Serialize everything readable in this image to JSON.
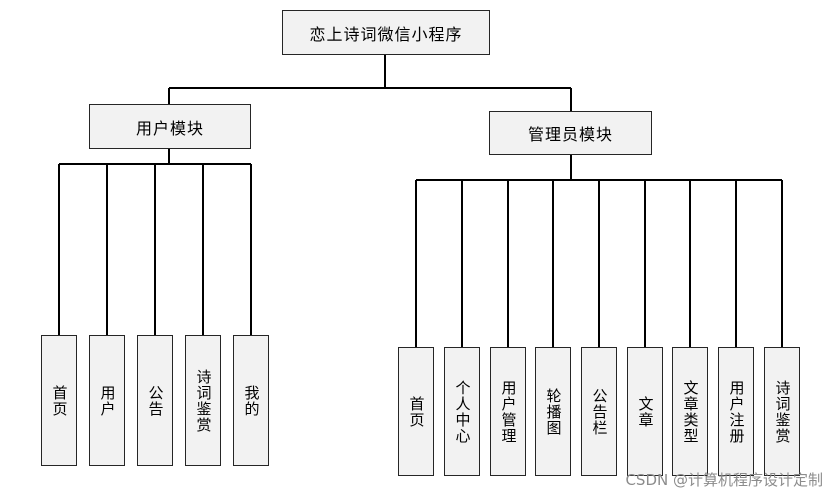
{
  "root": {
    "label": "恋上诗词微信小程序"
  },
  "user_module": {
    "label": "用户模块",
    "children": [
      "首页",
      "用户",
      "公告",
      "诗词鉴赏",
      "我的"
    ]
  },
  "admin_module": {
    "label": "管理员模块",
    "children": [
      "首页",
      "个人中心",
      "用户管理",
      "轮播图",
      "公告栏",
      "文章",
      "文章类型",
      "用户注册",
      "诗词鉴赏"
    ]
  },
  "colors": {
    "line": "#000000",
    "box_fill": "#f2f2f2",
    "box_border": "#262626"
  },
  "watermark": "CSDN @计算机程序设计定制"
}
